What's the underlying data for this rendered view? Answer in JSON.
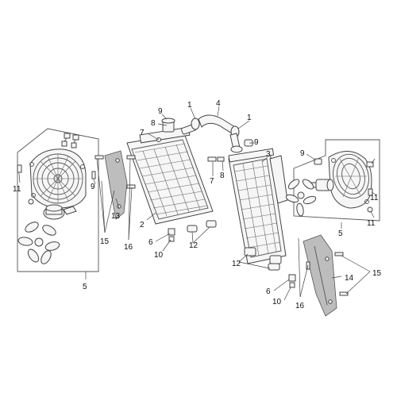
{
  "callouts": {
    "l1a": "1",
    "l1b": "1",
    "l2": "2",
    "l3": "3",
    "l4": "4",
    "l5a": "5",
    "l5b": "5",
    "l6a": "6",
    "l6b": "6",
    "l7a": "7",
    "l7b": "7",
    "l8a": "8",
    "l8b": "8",
    "l9a": "9",
    "l9b": "9",
    "l9c": "9",
    "l9d": "9",
    "l10a": "10",
    "l10b": "10",
    "l11a": "11",
    "l11b": "11",
    "l11c": "11",
    "l12a": "12",
    "l12b": "12",
    "l13": "13",
    "l14": "14",
    "l15a": "15",
    "l15b": "15",
    "l16a": "16",
    "l16b": "16"
  }
}
